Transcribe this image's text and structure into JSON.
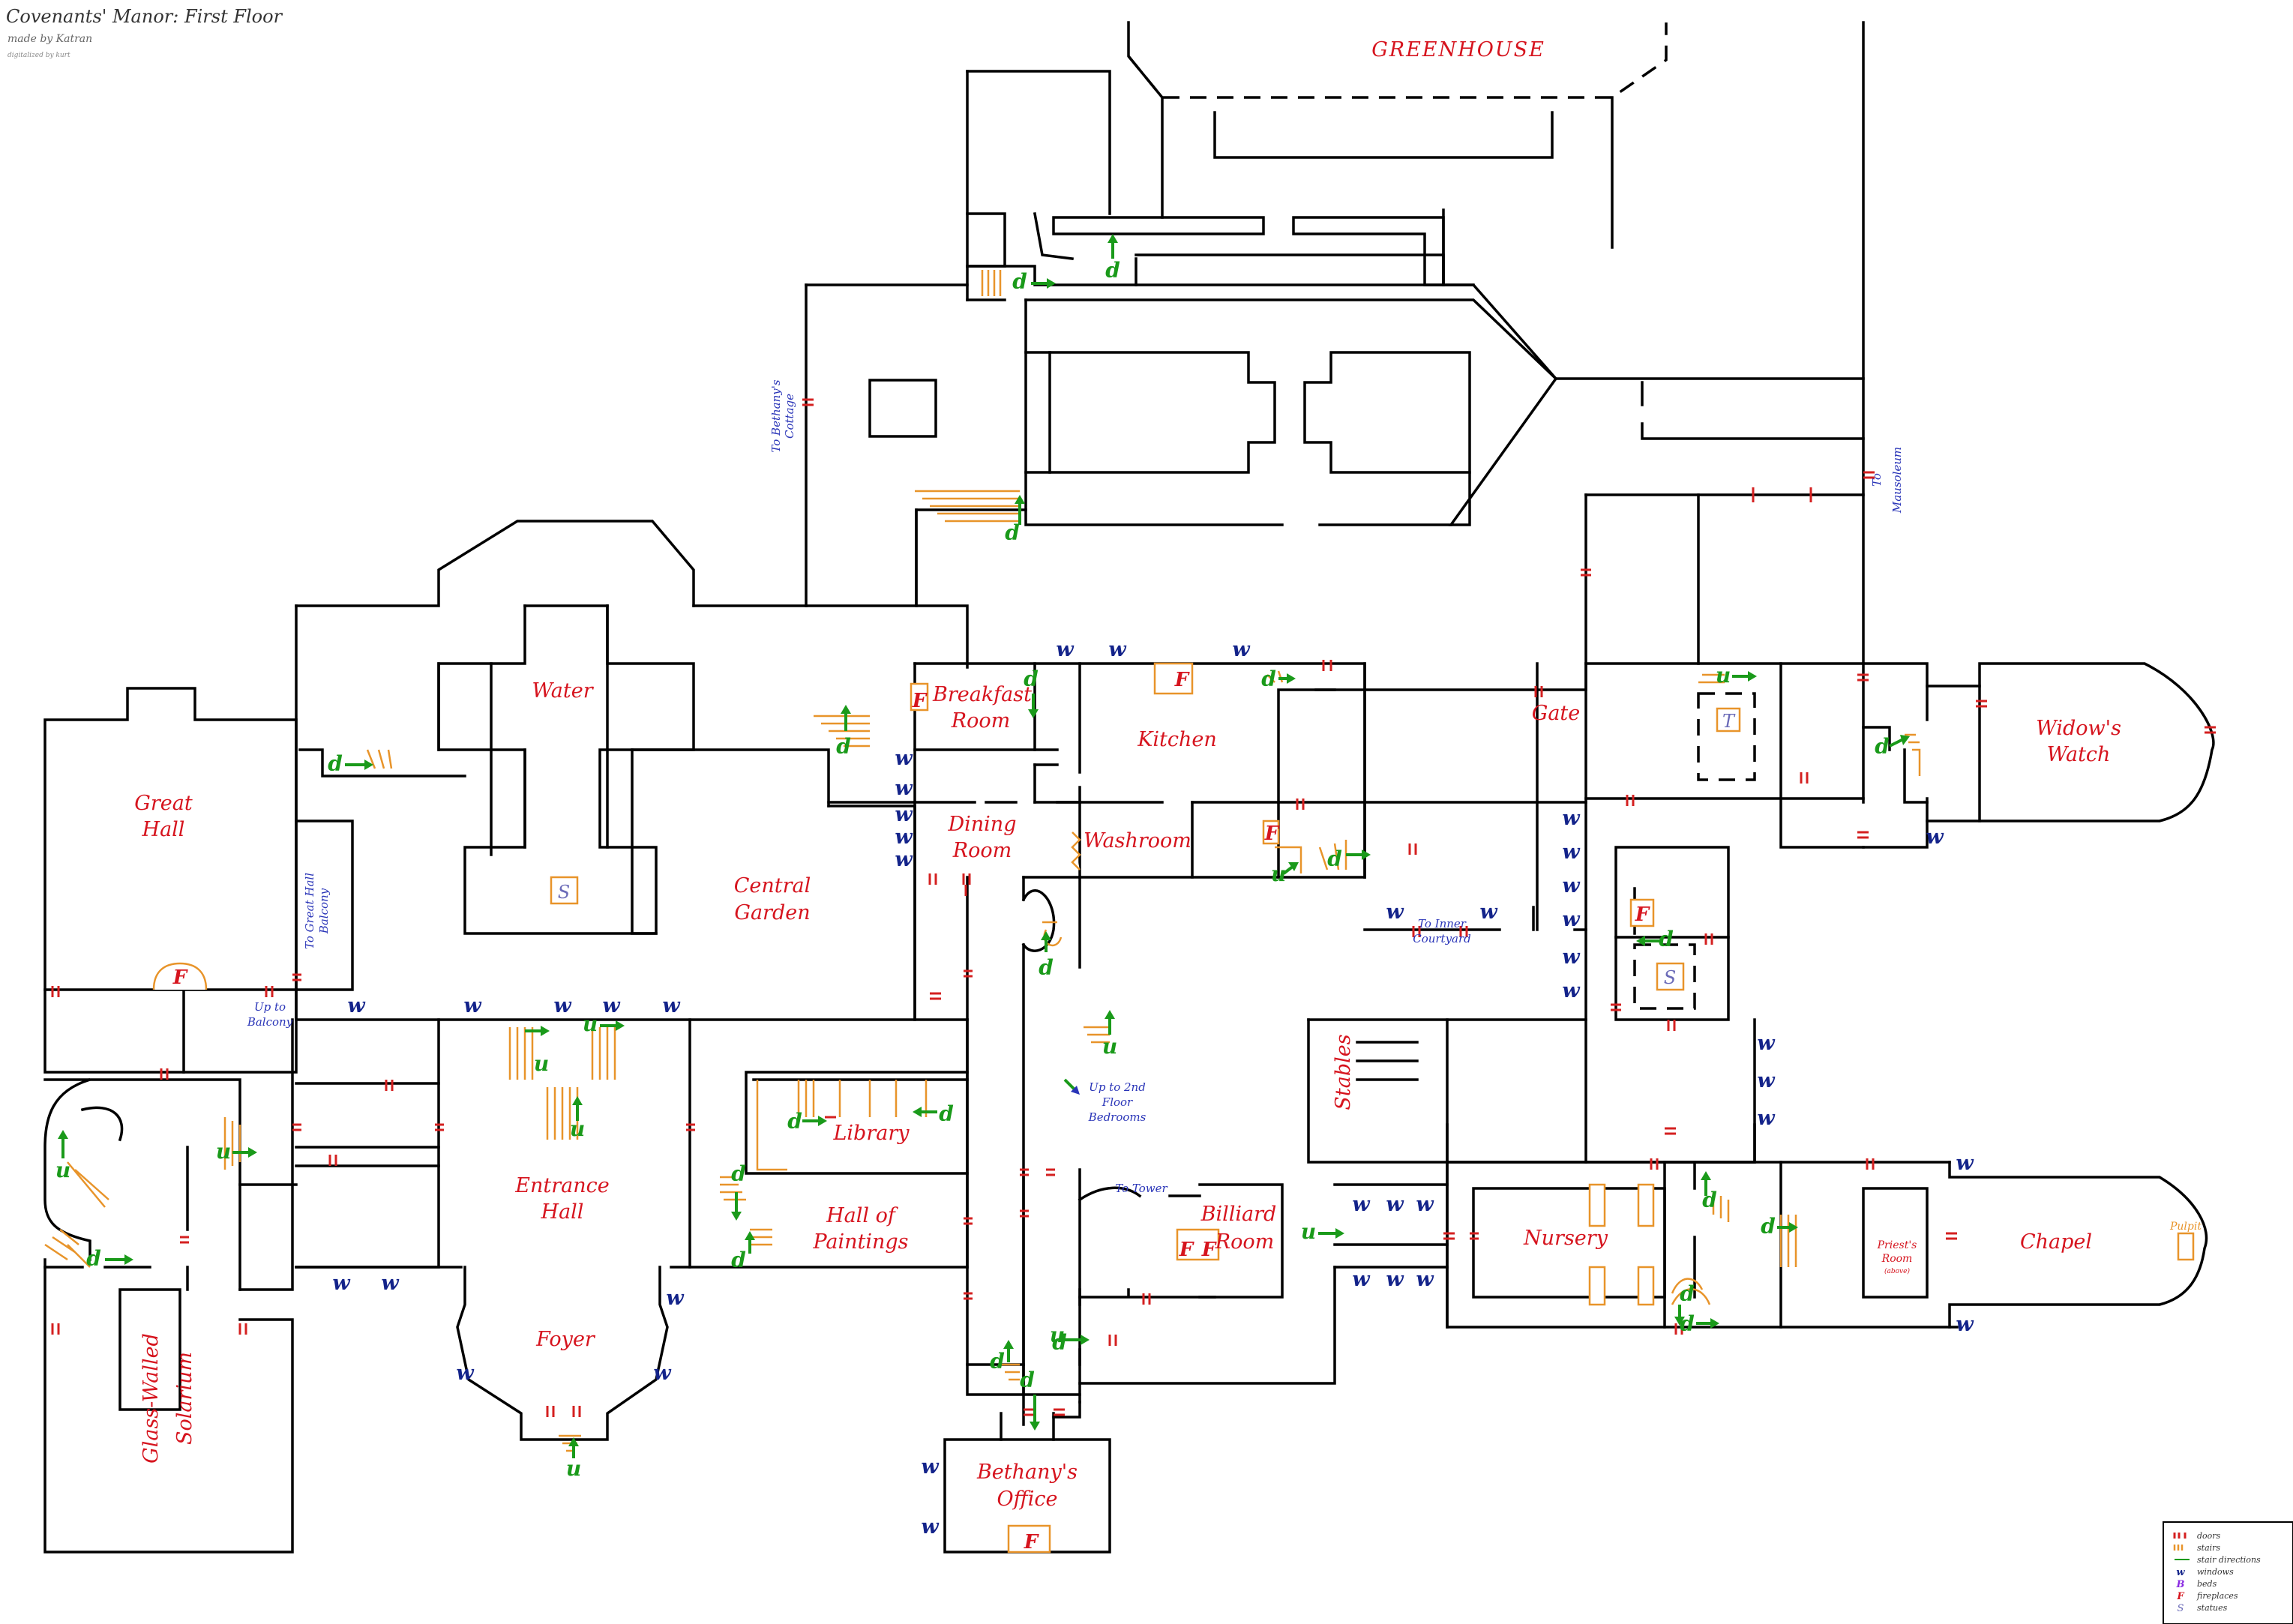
{
  "title": "Covenants' Manor: First Floor",
  "credit": "made by Katran",
  "credit2": "digitalized by kurt",
  "rooms": {
    "greenhouse": "GREENHOUSE",
    "water": "Water",
    "great_hall": [
      "Great",
      "Hall"
    ],
    "breakfast_room": [
      "Breakfast",
      "Room"
    ],
    "kitchen": "Kitchen",
    "gate": "Gate",
    "widows_watch": [
      "Widow's",
      "Watch"
    ],
    "central_garden": [
      "Central",
      "Garden"
    ],
    "dining_room": [
      "Dining",
      "Room"
    ],
    "washroom": "Washroom",
    "entrance_hall": [
      "Entrance",
      "Hall"
    ],
    "library": "Library",
    "hall_of_paintings": [
      "Hall of",
      "Paintings"
    ],
    "billiard_room": [
      "Billiard",
      "Room"
    ],
    "stables": "Stables",
    "nursery": "Nursery",
    "chapel": "Chapel",
    "foyer": "Foyer",
    "glass_walled_solarium": [
      "Glass-Walled",
      "Solarium"
    ],
    "bethanys_office": [
      "Bethany's",
      "Office"
    ]
  },
  "notes": {
    "to_bethanys_cottage": [
      "To Bethany's",
      "Cottage"
    ],
    "to_mausoleum": [
      "To",
      "Mausoleum"
    ],
    "to_great_hall_balcony": [
      "To Great Hall",
      "Balcony"
    ],
    "up_to_balcony": [
      "Up to",
      "Balcony"
    ],
    "to_inner_courtyard": [
      "To Inner",
      "Courtyard"
    ],
    "up_to_2nd_floor_bedrooms": [
      "Up to 2nd",
      "Floor",
      "Bedrooms"
    ],
    "to_tower": "To Tower",
    "priests_room": [
      "Priest's",
      "Room",
      "(above)"
    ],
    "pulpit": "Pulpit"
  },
  "symbols": {
    "window": "w",
    "fireplace": "F",
    "statue": "S",
    "tomb": "T",
    "up": "u",
    "down": "d"
  },
  "legend": [
    {
      "key": "doors",
      "label": "doors",
      "color": "#d42020"
    },
    {
      "key": "stairs",
      "label": "stairs",
      "color": "#e8942a"
    },
    {
      "key": "stair_directions",
      "label": "stair directions",
      "color": "#1a9a1a"
    },
    {
      "key": "windows",
      "label": "windows",
      "color": "#13238a",
      "symbol": "w"
    },
    {
      "key": "beds",
      "label": "beds",
      "color": "#8a2be2",
      "symbol": "B"
    },
    {
      "key": "fireplaces",
      "label": "fireplaces",
      "color": "#d6141e",
      "symbol": "F"
    },
    {
      "key": "statues",
      "label": "statues",
      "color": "#6b6bb8",
      "symbol": "S"
    }
  ]
}
